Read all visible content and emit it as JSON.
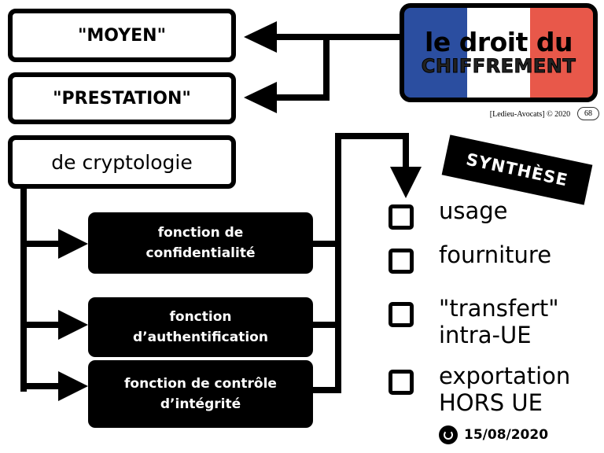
{
  "header": {
    "moyen_label": "\"MOYEN\"",
    "prestation_label": "\"PRESTATION\"",
    "cryptologie_label": "de cryptologie"
  },
  "logo": {
    "line1": "le droit du",
    "line2": "CHIFFREMENT",
    "colors": [
      "#2b4ea0",
      "#ffffff",
      "#e8584a"
    ]
  },
  "credit": {
    "text": "[Ledieu-Avocats] © 2020",
    "page": "68"
  },
  "badge": {
    "text": "SYNTHÈSE"
  },
  "functions": [
    {
      "label": "fonction de\nconfidentialité"
    },
    {
      "label": "fonction\nd’authentification"
    },
    {
      "label": "fonction de contrôle\nd’intégrité"
    }
  ],
  "checklist": [
    {
      "label": "usage"
    },
    {
      "label": "fourniture"
    },
    {
      "label": "\"transfert\"\nintra-UE"
    },
    {
      "label": "exportation\nHORS UE"
    }
  ],
  "date": {
    "text": "15/08/2020",
    "icon": "clock-icon"
  }
}
